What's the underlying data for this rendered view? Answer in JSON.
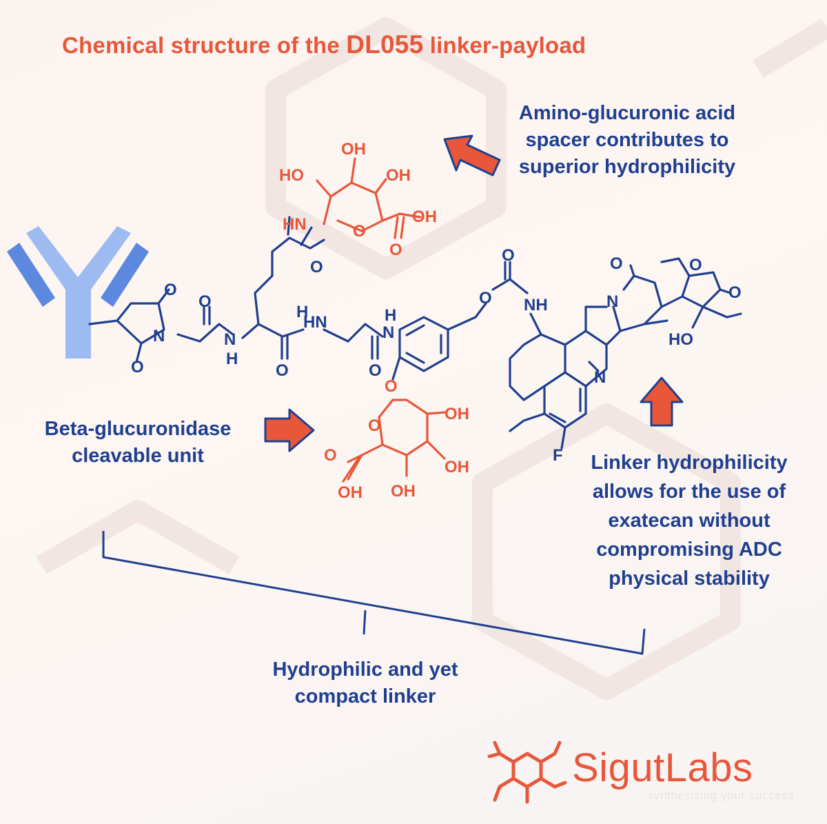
{
  "title": {
    "prefix": "Chemical structure of the ",
    "highlight": "DL055",
    "suffix": " linker-payload"
  },
  "callouts": {
    "glucuronic": [
      "Amino-glucuronic acid",
      "spacer contributes to",
      "superior hydrophilicity"
    ],
    "cleavable": [
      "Beta-glucuronidase",
      "cleavable unit"
    ],
    "exatecan": [
      "Linker hydrophilicity",
      "allows for the use of",
      "exatecan without",
      "compromising ADC",
      "physical stability"
    ],
    "compact": [
      "Hydrophilic and yet",
      "compact linker"
    ]
  },
  "atoms": {
    "oh": "OH",
    "ho": "HO",
    "o": "O",
    "nh": "NH",
    "hn": "HN",
    "n": "N",
    "h": "H",
    "f": "F"
  },
  "brand": {
    "name": "SigutLabs",
    "tagline": "synthesizing your success"
  },
  "colors": {
    "accent": "#e8573a",
    "navy": "#1f3f8f",
    "antibody_light": "#9dbbf0",
    "antibody_dark": "#5c88df"
  }
}
